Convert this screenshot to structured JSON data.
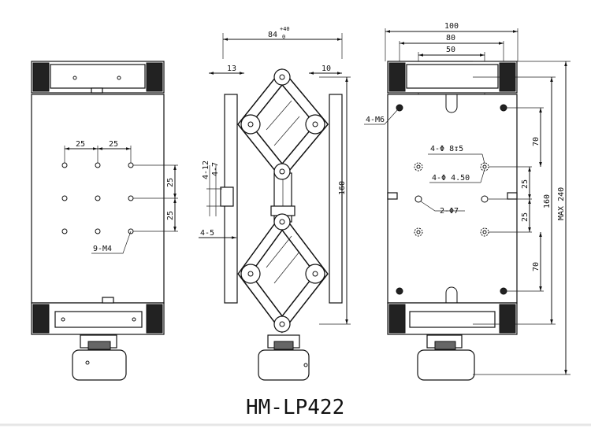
{
  "title": "HM-LP422",
  "left_view": {
    "dim_h1": "25",
    "dim_h2": "25",
    "dim_v1": "25",
    "dim_v2": "25",
    "callout_holes": "9-M4"
  },
  "side_view": {
    "overall_width": "84",
    "tolerance_upper": "+40",
    "tolerance_lower": "0",
    "left_offset": "13",
    "right_offset": "10",
    "height": "160",
    "dim_4_12": "4-12",
    "dim_4_7": "4-7",
    "dim_4_5": "4-5"
  },
  "right_view": {
    "width_100": "100",
    "width_80": "80",
    "width_50": "50",
    "callout_m6": "4-M6",
    "callout_counterbore": "4-Φ 8↧5",
    "callout_through": "4-Φ 4.50",
    "callout_pin": "2-Φ7",
    "dim_70_top": "70",
    "dim_25_a": "25",
    "dim_25_b": "25",
    "dim_70_bottom": "70",
    "dim_160": "160",
    "dim_max_240": "MAX 240"
  }
}
